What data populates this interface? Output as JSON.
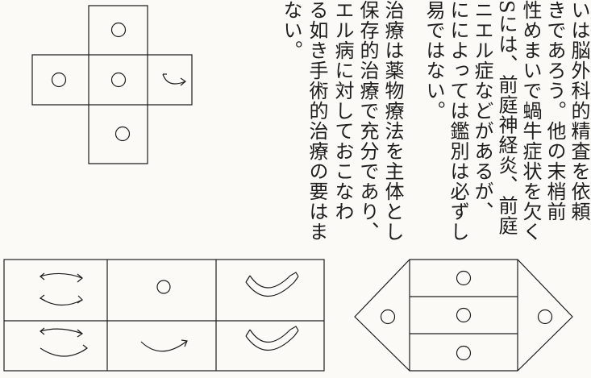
{
  "text_columns": [
    "いは脳外科的精査を依頼",
    "きであろう。他の末梢前",
    "性めまいで蝸牛症状を欠く",
    "Sには、前庭神経炎、前庭",
    "ニエル症などがあるが、",
    "にによっては鑑別は必ずし",
    "易ではない。",
    "治療は薬物療法を主体とし",
    "保存的治療で充分であり、",
    "エル病に対しておこなわ",
    "る如き手術的治療の要はま",
    "ない。"
  ],
  "figures": [
    {
      "id": "cross-net",
      "cells": [
        {
          "mark": "circle"
        },
        {
          "mark": "circle"
        },
        {
          "mark": "circle"
        },
        {
          "mark": "curved-arrow"
        },
        {
          "mark": "circle"
        }
      ]
    },
    {
      "id": "grid-2x3",
      "cells": [
        {
          "mark": "opposing-curved-arrows"
        },
        {
          "mark": "circle"
        },
        {
          "mark": "double-curved-arrow"
        },
        {
          "mark": "opposing-curved-arrows"
        },
        {
          "mark": "curved-arrow"
        },
        {
          "mark": "double-curved-arrow"
        }
      ]
    },
    {
      "id": "hexagon",
      "cells": [
        {
          "mark": "circle"
        },
        {
          "mark": "circle"
        },
        {
          "mark": "circle"
        },
        {
          "mark": "circle"
        },
        {
          "mark": "circle"
        }
      ]
    }
  ],
  "colors": {
    "paper": "#fbfaf6",
    "ink": "#1d1d1d"
  }
}
